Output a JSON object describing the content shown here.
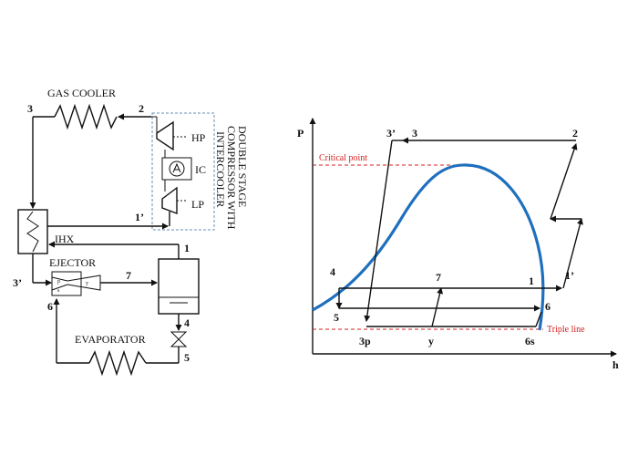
{
  "circuit": {
    "gas_cooler": "GAS COOLER",
    "ihx": "IHX",
    "ejector": "EJECTOR",
    "evaporator": "EVAPORATOR",
    "hp": "HP",
    "lp": "LP",
    "ic": "IC",
    "compressor_lines": [
      "DOUBLE STAGE",
      "COMPRESSOR WITH",
      "INTERCOOLER"
    ],
    "ejector_p": "p",
    "ejector_s": "s",
    "ejector_y": "y",
    "points": {
      "p1": "1",
      "p1prime": "1’",
      "p2": "2",
      "p3": "3",
      "p3prime": "3’",
      "p4": "4",
      "p5": "5",
      "p6": "6",
      "p7": "7"
    }
  },
  "ph": {
    "y_axis": "P",
    "x_axis": "h",
    "critical_point": "Critical point",
    "triple_line": "Triple line",
    "points": {
      "p3prime": "3’",
      "p3": "3",
      "p2": "2",
      "p4": "4",
      "p7": "7",
      "p1": "1",
      "p1prime": "1’",
      "p6": "6",
      "p5": "5",
      "p3p": "3p",
      "py": "y",
      "p6s": "6s"
    },
    "colors": {
      "dome": "#1f6fbf",
      "reference_lines": "#d42020"
    }
  }
}
